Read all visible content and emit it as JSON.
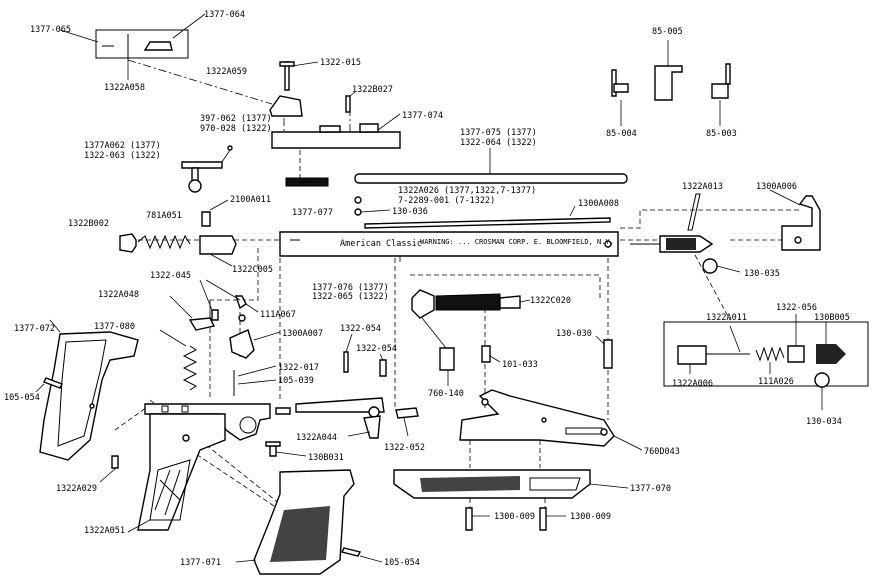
{
  "diagram": {
    "barrel_text": "American Classic",
    "barrel_warning_text": "WARNING: ... CROSMAN CORP. E. BLOOMFIELD, N.Y.",
    "labels": {
      "p1377_064": "1377-064",
      "p1377_065": "1377-065",
      "p1322a058": "1322A058",
      "p1322a059": "1322A059",
      "p1322_015": "1322-015",
      "p1322b027": "1322B027",
      "p85_005": "85-005",
      "p85_004": "85-004",
      "p85_003": "85-003",
      "p397_062": "397-062 (1377)",
      "p970_028": "970-028 (1322)",
      "p1377_074": "1377-074",
      "p1377a062": "1377A062 (1377)",
      "p1322_063": "1322-063 (1322)",
      "p1377_075": "1377-075 (1377)",
      "p1322_064": "1322-064 (1322)",
      "p1322a026": "1322A026 (1377,1322,7-1377)",
      "p7_2289": "7-2289-001 (7-1322)",
      "p130_036": "130-036",
      "p1377_077": "1377-077",
      "p2100a011": "2100A011",
      "p1322a013": "1322A013",
      "p1300a006": "1300A006",
      "p1300a008": "1300A008",
      "p1322b002": "1322B002",
      "p781a051": "781A051",
      "p1322c005": "1322C005",
      "p1377_076": "1377-076 (1377)",
      "p1322_065": "1322-065 (1322)",
      "p130_035": "130-035",
      "p1322_045": "1322-045",
      "p111a067": "111A067",
      "p1322a048": "1322A048",
      "p1322c020": "1322C020",
      "p1377_072": "1377-072",
      "p1377_080": "1377-080",
      "p1300a007": "1300A007",
      "p1322_054a": "1322-054",
      "p1322_054b": "1322-054",
      "p130_030": "130-030",
      "p1322a011": "1322A011",
      "p1322_056": "1322-056",
      "p130b005": "130B005",
      "p1322_017": "1322-017",
      "p105_039": "105-039",
      "p101_033": "101-033",
      "p760_140": "760-140",
      "p1322a006": "1322A006",
      "p111a026": "111A026",
      "p130_034": "130-034",
      "p105_054a": "105-054",
      "p1322a044": "1322A044",
      "p1322_052": "1322-052",
      "p760d043": "760D043",
      "p130b031": "130B031",
      "p1322a029": "1322A029",
      "p1377_070": "1377-070",
      "p1322a051": "1322A051",
      "p1300_009a": "1300-009",
      "p1300_009b": "1300-009",
      "p1377_071": "1377-071",
      "p105_054b": "105-054"
    }
  }
}
